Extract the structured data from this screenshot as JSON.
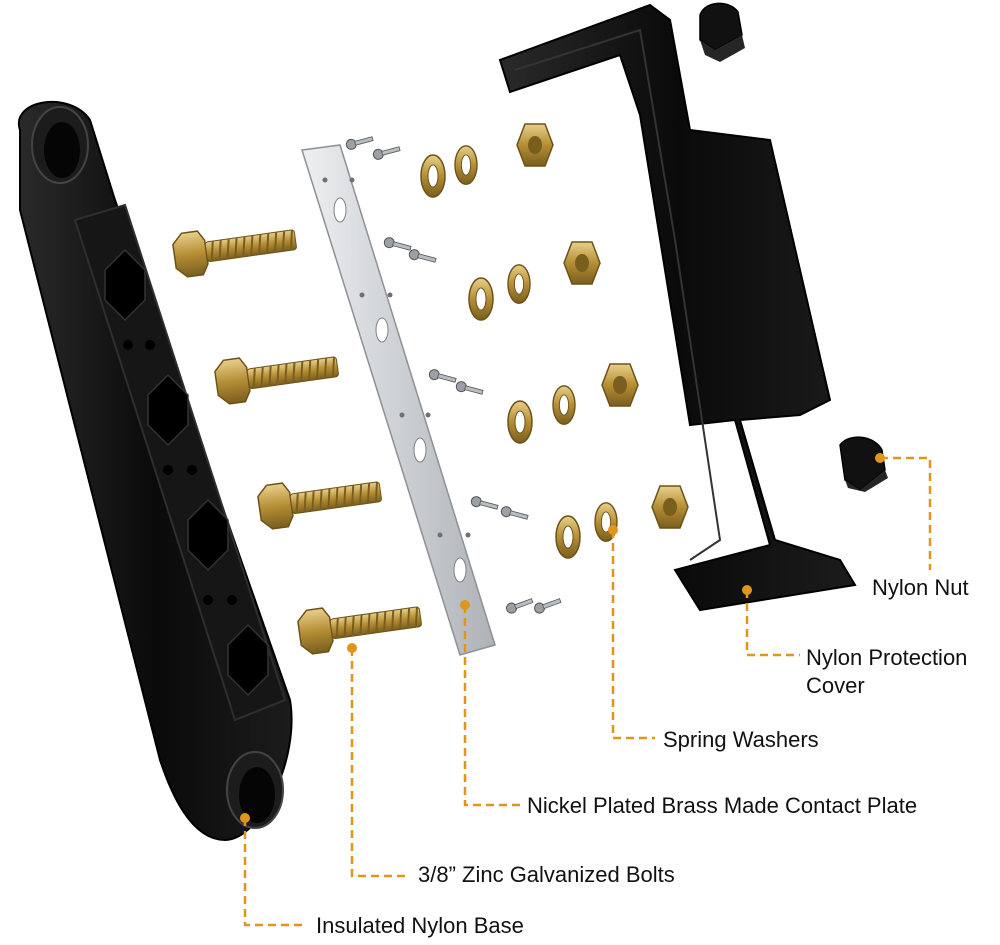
{
  "labels": {
    "nylon_nut": "Nylon Nut",
    "nylon_cover": "Nylon Protection Cover",
    "spring_washers": "Spring Washers",
    "contact_plate": "Nickel Plated Brass Made Contact Plate",
    "bolts": "3/8”  Zinc Galvanized Bolts",
    "base": "Insulated Nylon Base"
  },
  "colors": {
    "leader": "#E0961C",
    "nylon": "#0b0b0b",
    "brass": "#C2A24E",
    "plate": "#D7D9DC"
  },
  "icons": {
    "bolt": "hex-bolt-icon",
    "nut": "hex-nut-icon",
    "washer": "washer-icon",
    "screw": "screw-icon"
  }
}
